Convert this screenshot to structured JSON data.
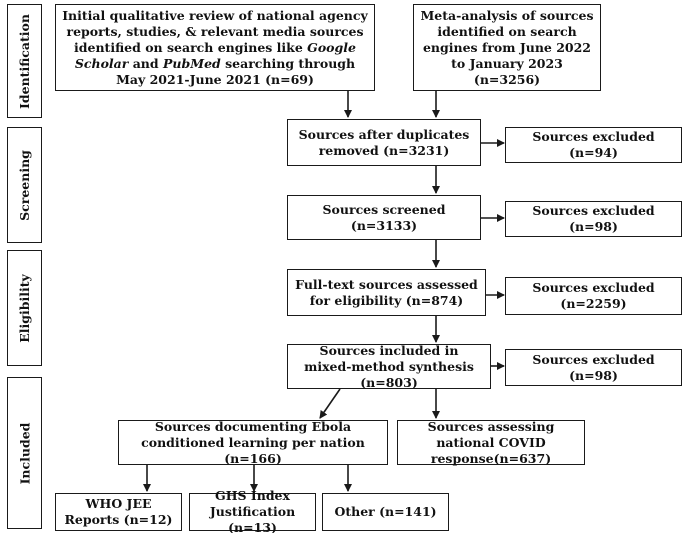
{
  "stages": {
    "identification": "Identification",
    "screening": "Screening",
    "eligibility": "Eligibility",
    "included": "Included"
  },
  "boxes": {
    "initial_review": {
      "part1": "Initial qualitative review of national agency reports, studies, & relevant media sources identified on search engines like ",
      "google_scholar": "Google Scholar",
      "and": " and ",
      "pubmed": "PubMed",
      "part2": " searching through May 2021-June 2021 (n=69)"
    },
    "meta_analysis": "Meta-analysis of sources identified on search engines from June 2022 to January 2023 (n=3256)",
    "after_duplicates": "Sources after duplicates removed (n=3231)",
    "excluded_1": "Sources excluded (n=94)",
    "screened": "Sources screened (n=3133)",
    "excluded_2": "Sources excluded (n=98)",
    "full_text": "Full-text sources assessed for eligibility (n=874)",
    "excluded_3": "Sources excluded (n=2259)",
    "included_synthesis": "Sources included in mixed-method synthesis (n=803)",
    "excluded_4": "Sources excluded (n=98)",
    "ebola": "Sources documenting Ebola conditioned learning per nation (n=166)",
    "covid": "Sources assessing national COVID response(n=637)",
    "who_jee": "WHO JEE Reports (n=12)",
    "ghs": "GHS Index Justification (n=13)",
    "other": "Other (n=141)"
  }
}
